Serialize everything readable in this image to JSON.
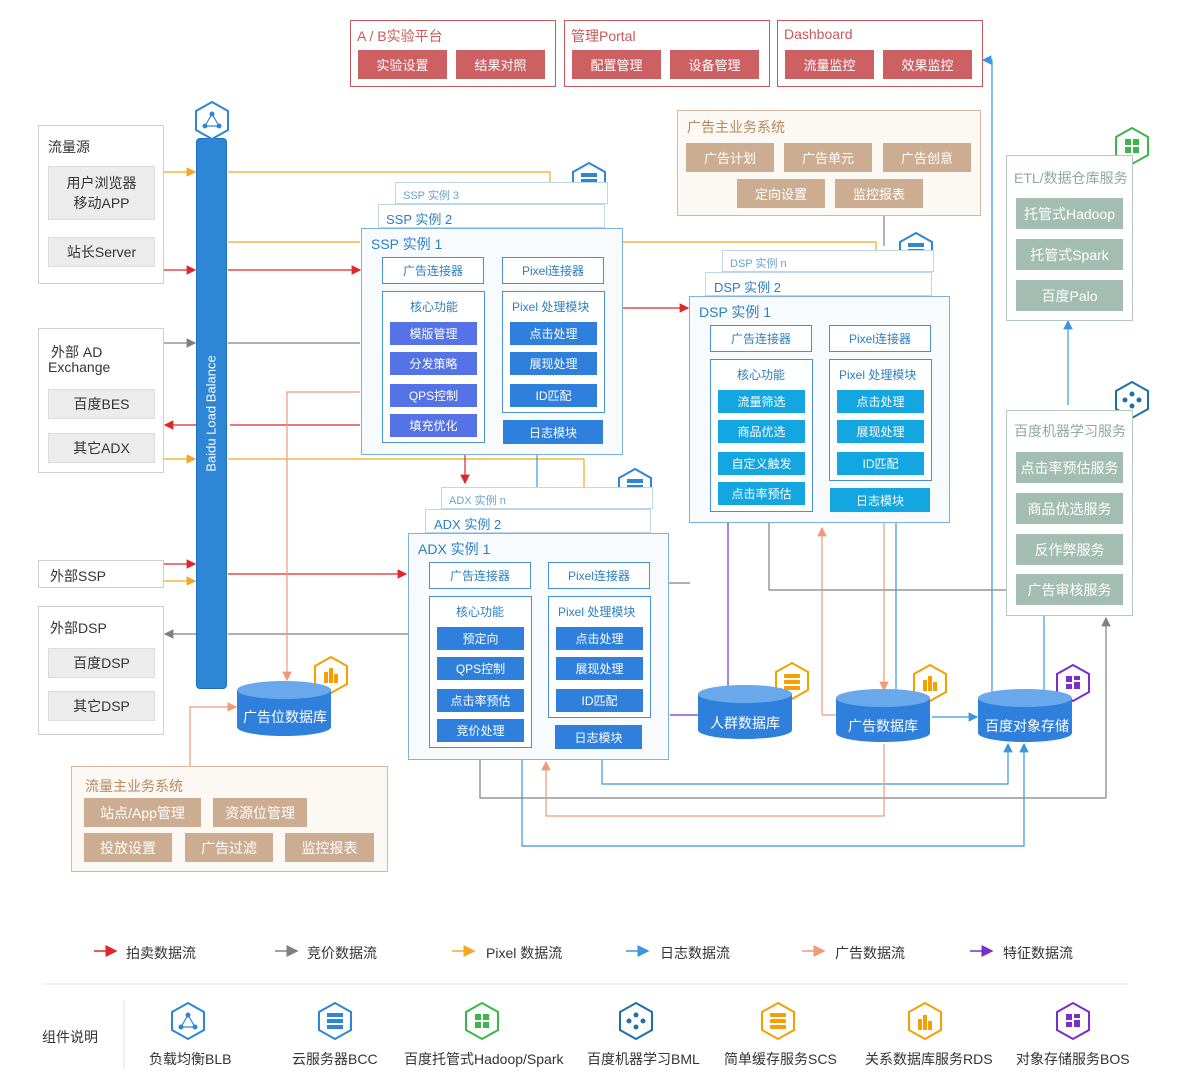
{
  "top": {
    "ab": {
      "title": "A / B实验平台",
      "b1": "实验设置",
      "b2": "结果对照"
    },
    "portal": {
      "title": "管理Portal",
      "b1": "配置管理",
      "b2": "设备管理"
    },
    "dashboard": {
      "title": "Dashboard",
      "b1": "流量监控",
      "b2": "效果监控"
    }
  },
  "ad_biz": {
    "title": "广告主业务系统",
    "items": [
      "广告计划",
      "广告单元",
      "广告创意",
      "定向设置",
      "监控报表"
    ]
  },
  "left": {
    "traffic": {
      "title": "流量源",
      "b1a": "用户浏览器",
      "b1b": "移动APP",
      "b2": "站长Server"
    },
    "exchange": {
      "title_a": "外部 AD",
      "title_b": "Exchange",
      "b1": "百度BES",
      "b2": "其它ADX"
    },
    "ext_ssp": "外部SSP",
    "ext_dsp": {
      "title": "外部DSP",
      "b1": "百度DSP",
      "b2": "其它DSP"
    }
  },
  "blb": "Baidu Load Balance",
  "ssp": {
    "t3": "SSP 实例 3",
    "t2": "SSP 实例 2",
    "t1": "SSP 实例 1",
    "ad_conn": "广告连接器",
    "px_conn": "Pixel连接器",
    "core": "核心功能",
    "core_items": [
      "模版管理",
      "分发策略",
      "QPS控制",
      "填充优化"
    ],
    "pixel": "Pixel 处理模块",
    "pixel_items": [
      "点击处理",
      "展现处理",
      "ID匹配"
    ],
    "log": "日志模块"
  },
  "dsp": {
    "tn": "DSP 实例 n",
    "t2": "DSP 实例 2",
    "t1": "DSP 实例 1",
    "ad_conn": "广告连接器",
    "px_conn": "Pixel连接器",
    "core": "核心功能",
    "core_items": [
      "流量筛选",
      "商品优选",
      "自定义触发",
      "点击率预估"
    ],
    "pixel": "Pixel 处理模块",
    "pixel_items": [
      "点击处理",
      "展现处理",
      "ID匹配"
    ],
    "log": "日志模块"
  },
  "adx": {
    "tn": "ADX 实例 n",
    "t2": "ADX 实例 2",
    "t1": "ADX 实例 1",
    "ad_conn": "广告连接器",
    "px_conn": "Pixel连接器",
    "core": "核心功能",
    "core_items": [
      "预定向",
      "QPS控制",
      "点击率预估",
      "竞价处理"
    ],
    "pixel": "Pixel 处理模块",
    "pixel_items": [
      "点击处理",
      "展现处理",
      "ID匹配"
    ],
    "log": "日志模块"
  },
  "etl": {
    "title": "ETL/数据仓库服务",
    "items": [
      "托管式Hadoop",
      "托管式Spark",
      "百度Palo"
    ]
  },
  "ml": {
    "title": "百度机器学习服务",
    "items": [
      "点击率预估服务",
      "商品优选服务",
      "反作弊服务",
      "广告审核服务"
    ]
  },
  "db": {
    "slot": "广告位数据库",
    "crowd": "人群数据库",
    "ad": "广告数据库",
    "bos": "百度对象存储"
  },
  "traffic_biz": {
    "title": "流量主业务系统",
    "items": [
      "站点/App管理",
      "资源位管理",
      "投放设置",
      "广告过滤",
      "监控报表"
    ]
  },
  "legend": [
    {
      "label": "拍卖数据流",
      "color": "#e0262a"
    },
    {
      "label": "竞价数据流",
      "color": "#808080"
    },
    {
      "label": "Pixel 数据流",
      "color": "#f5a623"
    },
    {
      "label": "日志数据流",
      "color": "#3b95e0"
    },
    {
      "label": "广告数据流",
      "color": "#f19a7a"
    },
    {
      "label": "特征数据流",
      "color": "#7b2fc8"
    }
  ],
  "components_title": "组件说明",
  "components": [
    {
      "label": "负载均衡BLB",
      "icon": "blb-icon",
      "color": "#2e86d6"
    },
    {
      "label": "云服务器BCC",
      "icon": "bcc-icon",
      "color": "#2e86d6"
    },
    {
      "label": "百度托管式Hadoop/Spark",
      "icon": "hadoop-icon",
      "color": "#3cb54a"
    },
    {
      "label": "百度机器学习BML",
      "icon": "bml-icon",
      "color": "#1f6fa8"
    },
    {
      "label": "简单缓存服务SCS",
      "icon": "scs-icon",
      "color": "#f5a000"
    },
    {
      "label": "关系数据库服务RDS",
      "icon": "rds-icon",
      "color": "#f5a000"
    },
    {
      "label": "对象存储服务BOS",
      "icon": "bos-icon",
      "color": "#7b2fc8"
    }
  ]
}
